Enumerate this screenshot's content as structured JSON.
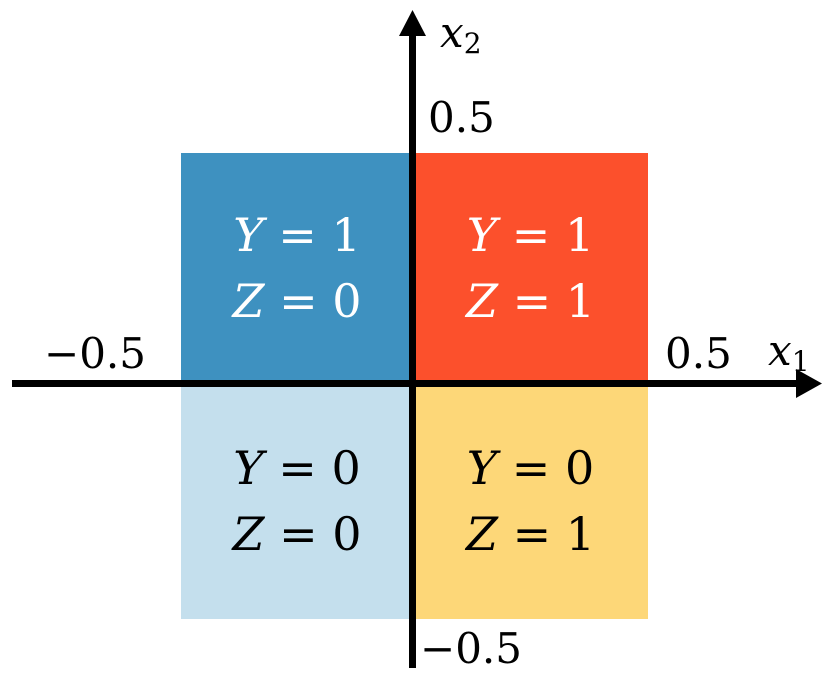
{
  "diagram": {
    "quadrants": [
      {
        "id": "top-left",
        "y_label": "Y",
        "y_value": "1",
        "z_label": "Z",
        "z_value": "0",
        "color": "#3E91C0",
        "text_color": "#ffffff"
      },
      {
        "id": "top-right",
        "y_label": "Y",
        "y_value": "1",
        "z_label": "Z",
        "z_value": "1",
        "color": "#FC502C",
        "text_color": "#ffffff"
      },
      {
        "id": "bottom-left",
        "y_label": "Y",
        "y_value": "0",
        "z_label": "Z",
        "z_value": "0",
        "color": "#C4DFED",
        "text_color": "#000000"
      },
      {
        "id": "bottom-right",
        "y_label": "Y",
        "y_value": "0",
        "z_label": "Z",
        "z_value": "1",
        "color": "#FDD778",
        "text_color": "#000000"
      }
    ],
    "axes": {
      "x1": {
        "name": "x",
        "subscript": "1",
        "tick_min": "−0.5",
        "tick_max": "0.5"
      },
      "x2": {
        "name": "x",
        "subscript": "2",
        "tick_min": "−0.5",
        "tick_max": "0.5"
      }
    },
    "equals": "="
  }
}
